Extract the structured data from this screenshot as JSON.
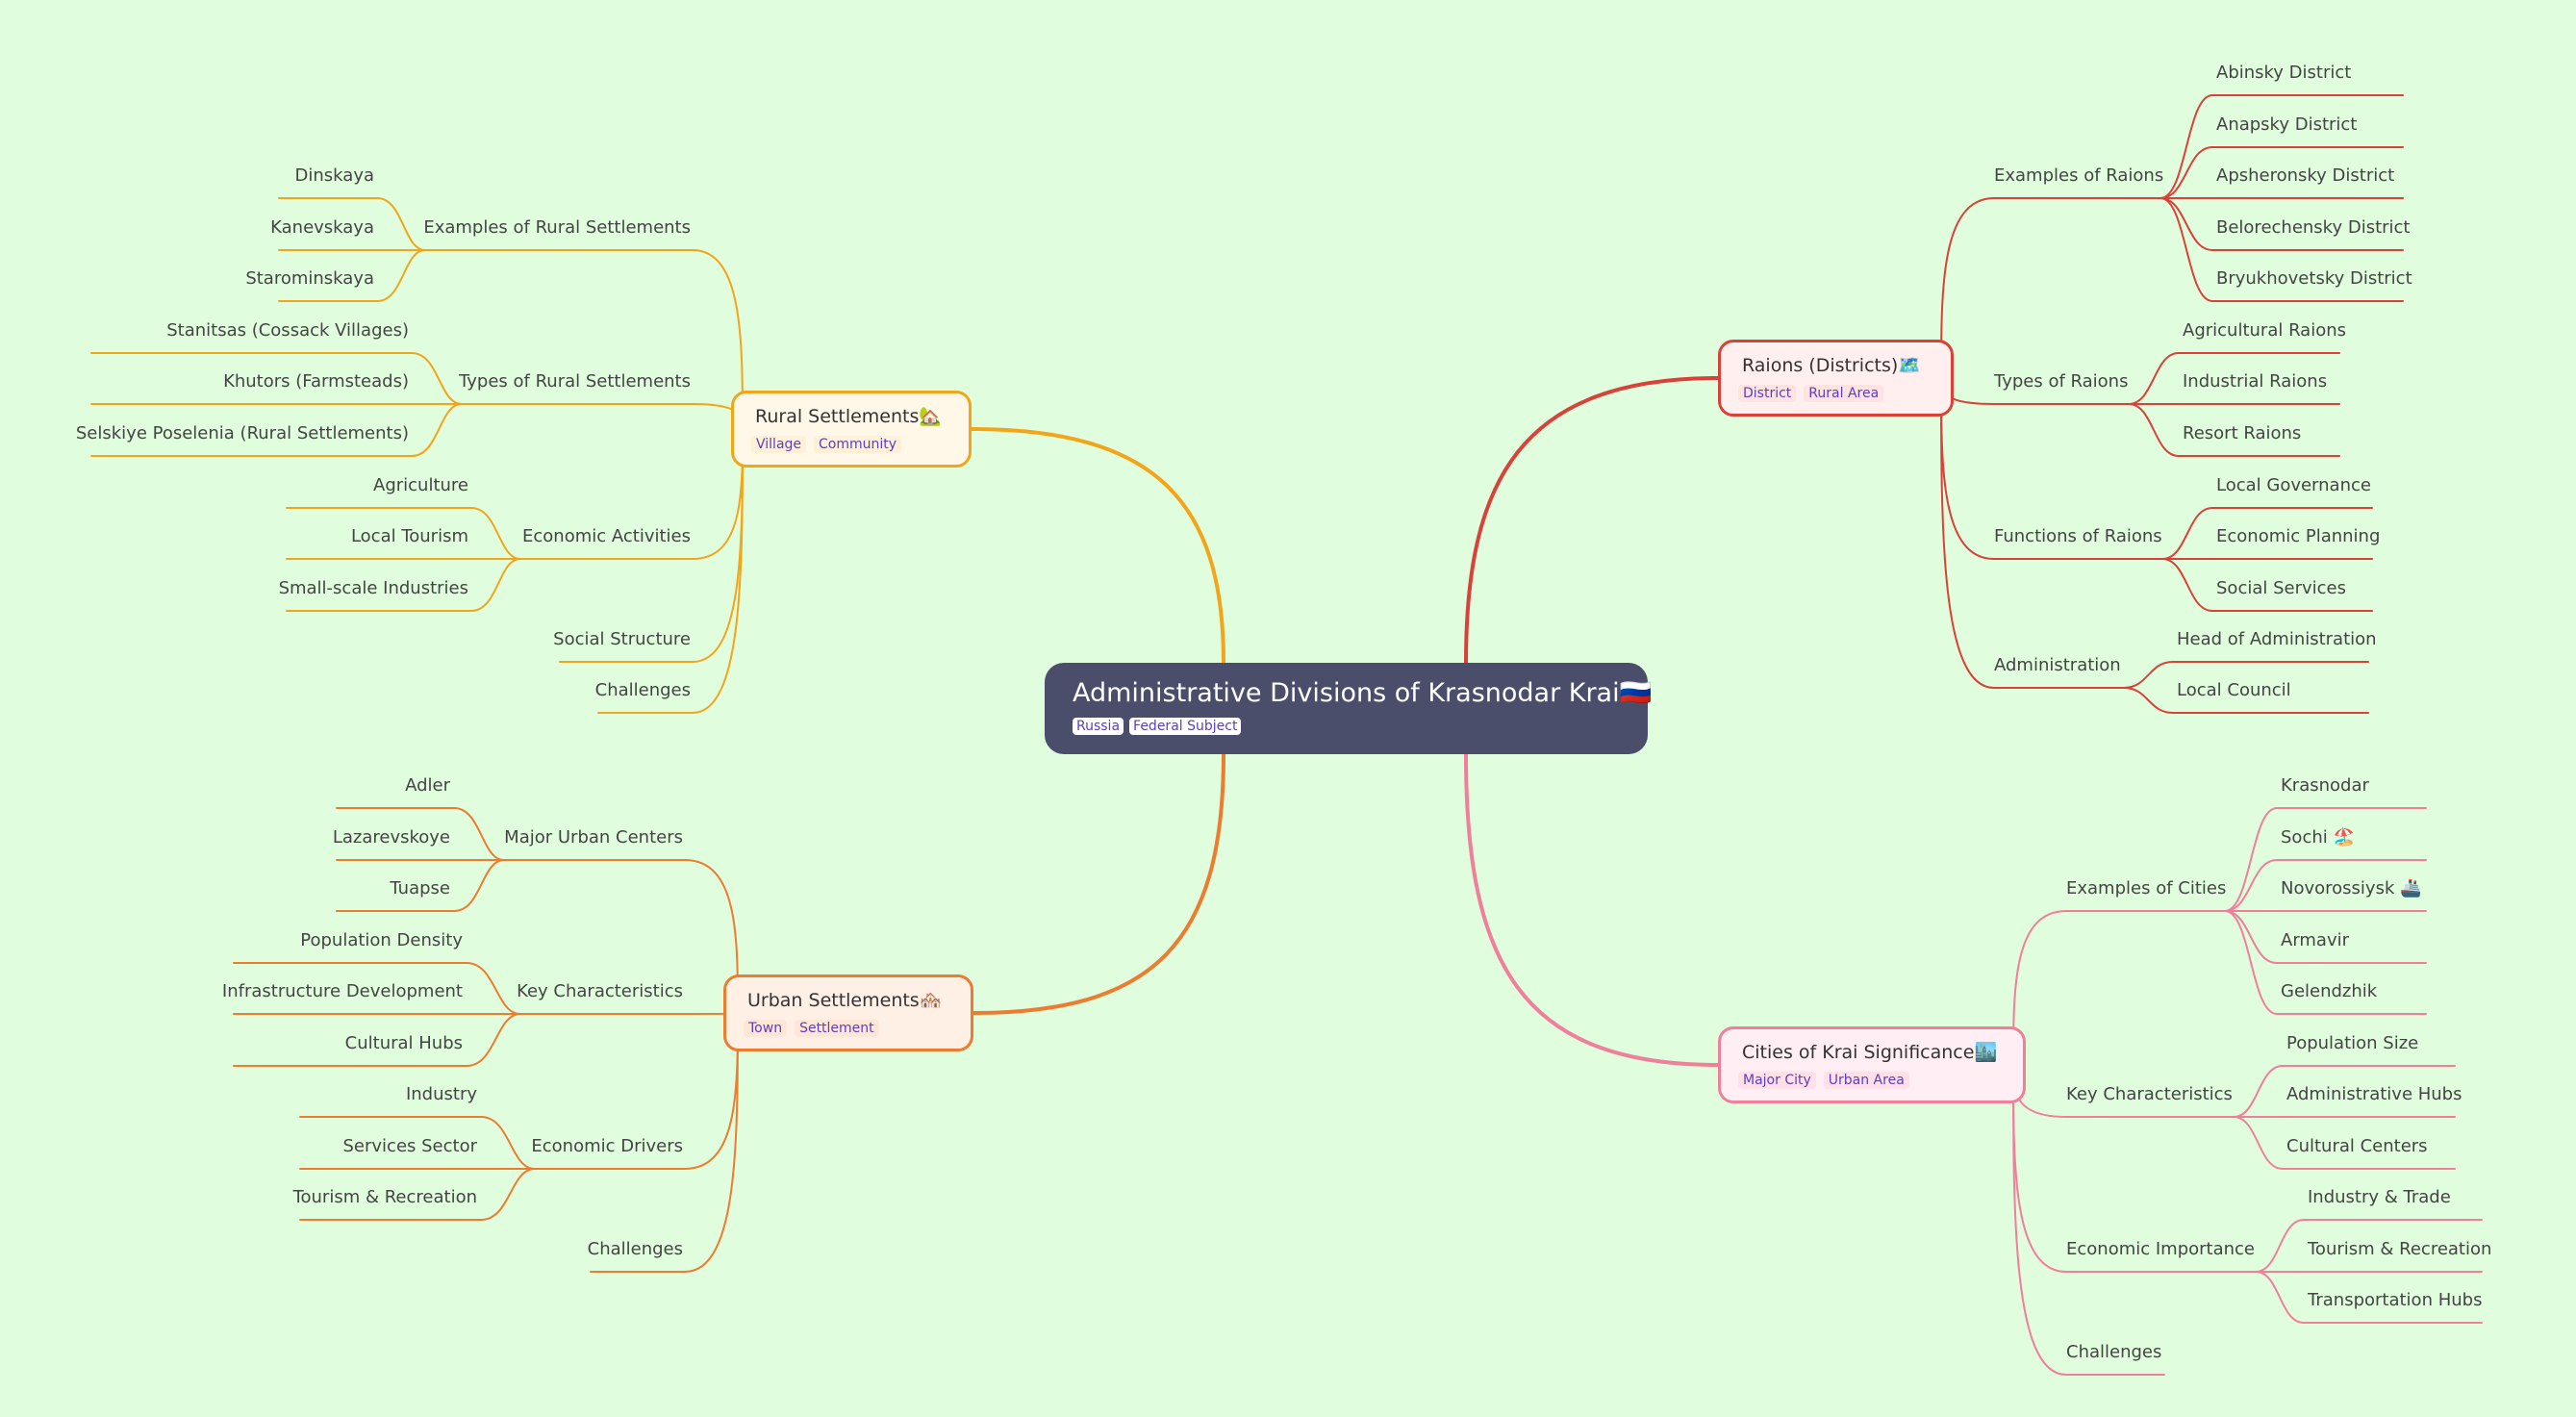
{
  "center": {
    "title": "Administrative Divisions of Krasnodar Krai🇷🇺",
    "tags": [
      "Russia",
      "Federal Subject"
    ]
  },
  "colors": {
    "background": "#e0fddd",
    "center": "#4b4e6b",
    "rural": "#f2a51a",
    "urban": "#ec7c30",
    "raions": "#d9423a",
    "cities": "#f07f9a"
  },
  "rural": {
    "title": "Rural Settlements🏡",
    "tags": [
      "Village",
      "Community"
    ],
    "groups": [
      {
        "label": "Examples of Rural Settlements",
        "children": [
          "Dinskaya",
          "Kanevskaya",
          "Starominskaya"
        ]
      },
      {
        "label": "Types of Rural Settlements",
        "children": [
          "Stanitsas (Cossack Villages)",
          "Khutors (Farmsteads)",
          "Selskiye Poselenia (Rural Settlements)"
        ]
      },
      {
        "label": "Economic Activities",
        "children": [
          "Agriculture",
          "Local Tourism",
          "Small-scale Industries"
        ]
      },
      {
        "label": "Social Structure",
        "children": []
      },
      {
        "label": "Challenges",
        "children": []
      }
    ]
  },
  "urban": {
    "title": "Urban Settlements🏘️",
    "tags": [
      "Town",
      "Settlement"
    ],
    "groups": [
      {
        "label": "Major Urban Centers",
        "children": [
          "Adler",
          "Lazarevskoye",
          "Tuapse"
        ]
      },
      {
        "label": "Key Characteristics",
        "children": [
          "Population Density",
          "Infrastructure Development",
          "Cultural Hubs"
        ]
      },
      {
        "label": "Economic Drivers",
        "children": [
          "Industry",
          "Services Sector",
          "Tourism & Recreation"
        ]
      },
      {
        "label": "Challenges",
        "children": []
      }
    ]
  },
  "raions": {
    "title": "Raions (Districts)🗺️",
    "tags": [
      "District",
      "Rural Area"
    ],
    "groups": [
      {
        "label": "Examples of Raions",
        "children": [
          "Abinsky District",
          "Anapsky District",
          "Apsheronsky District",
          "Belorechensky District",
          "Bryukhovetsky District"
        ]
      },
      {
        "label": "Types of Raions",
        "children": [
          "Agricultural Raions",
          "Industrial Raions",
          "Resort Raions"
        ]
      },
      {
        "label": "Functions of Raions",
        "children": [
          "Local Governance",
          "Economic Planning",
          "Social Services"
        ]
      },
      {
        "label": "Administration",
        "children": [
          "Head of Administration",
          "Local Council"
        ]
      }
    ]
  },
  "cities": {
    "title": "Cities of Krai Significance🏙️",
    "tags": [
      "Major City",
      "Urban Area"
    ],
    "groups": [
      {
        "label": "Examples of Cities",
        "children": [
          "Krasnodar",
          "Sochi 🏖️",
          "Novorossiysk 🚢",
          "Armavir",
          "Gelendzhik"
        ]
      },
      {
        "label": "Key Characteristics",
        "children": [
          "Population Size",
          "Administrative Hubs",
          "Cultural Centers"
        ]
      },
      {
        "label": "Economic Importance",
        "children": [
          "Industry & Trade",
          "Tourism & Recreation",
          "Transportation Hubs"
        ]
      },
      {
        "label": "Challenges",
        "children": []
      }
    ]
  }
}
